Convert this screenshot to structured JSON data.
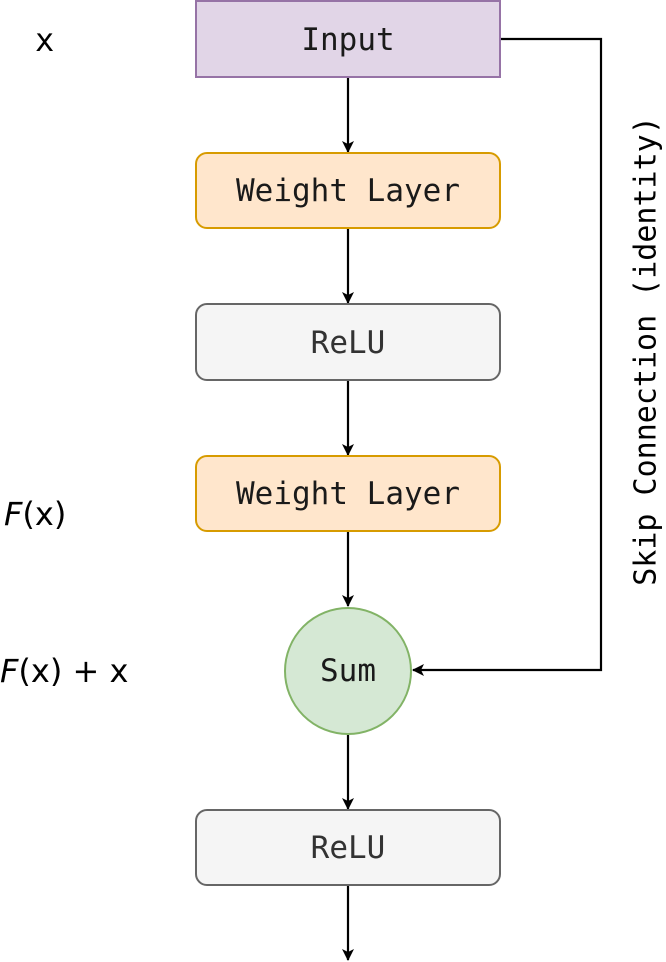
{
  "labels": {
    "x": "x",
    "fx_italic": "F",
    "fx_rest": "(x)",
    "fx_sum_italic": "F",
    "fx_sum_rest": "(x) + x",
    "skip": "Skip Connection (identity)"
  },
  "nodes": {
    "input": "Input",
    "weight1": "Weight Layer",
    "relu1": "ReLU",
    "weight2": "Weight Layer",
    "sum": "Sum",
    "relu2": "ReLU"
  },
  "colors": {
    "input_fill": "#e1d5e7",
    "input_stroke": "#9673a6",
    "weight_fill": "#ffe6cc",
    "weight_stroke": "#d79b00",
    "relu_fill": "#f5f5f5",
    "relu_stroke": "#666666",
    "sum_fill": "#d5e8d4",
    "sum_stroke": "#82b366"
  }
}
